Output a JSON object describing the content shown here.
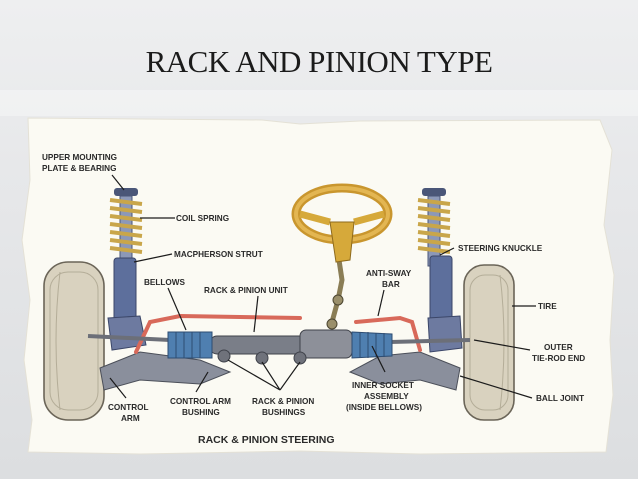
{
  "slide": {
    "title": "RACK AND PINION TYPE"
  },
  "diagram": {
    "caption": "RACK & PINION STEERING",
    "labels": {
      "upper_mount_1": "UPPER MOUNTING",
      "upper_mount_2": "PLATE & BEARING",
      "coil_spring": "COIL SPRING",
      "macpherson_strut": "MACPHERSON STRUT",
      "bellows": "BELLOWS",
      "rack_pinion_unit": "RACK & PINION UNIT",
      "anti_sway_1": "ANTI-SWAY",
      "anti_sway_2": "BAR",
      "steering_knuckle": "STEERING KNUCKLE",
      "tire": "TIRE",
      "outer_tie_rod_1": "OUTER",
      "outer_tie_rod_2": "TIE-ROD END",
      "ball_joint": "BALL JOINT",
      "control_arm_1": "CONTROL",
      "control_arm_2": "ARM",
      "control_arm_bushing_1": "CONTROL ARM",
      "control_arm_bushing_2": "BUSHING",
      "rp_bushings_1": "RACK & PINION",
      "rp_bushings_2": "BUSHINGS",
      "inner_socket_1": "INNER SOCKET",
      "inner_socket_2": "ASSEMBLY",
      "inner_socket_3": "(INSIDE BELLOWS)"
    }
  },
  "colors": {
    "paper": "#fbfaf3",
    "tire": "#d8d2c0",
    "strut": "#5d6f9c",
    "spring": "#c9a64a",
    "wheel": "#d6a93a",
    "rack": "#7a7e88",
    "bellows": "#4f7fb0",
    "sway_bar": "#d8695a"
  }
}
